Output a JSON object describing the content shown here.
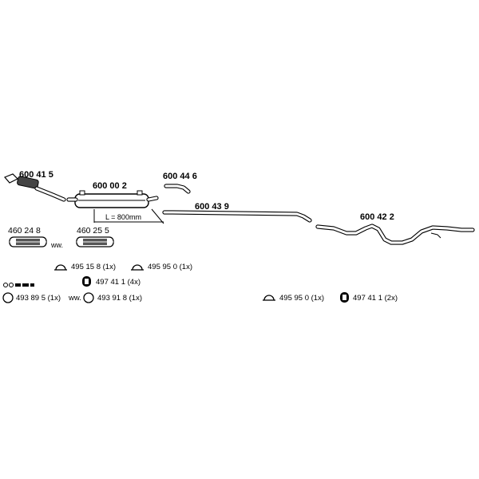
{
  "parts": {
    "front_pipe": "600 41 5",
    "center_silencer": "600 00 2",
    "adapter_pipe": "600 44 6",
    "middle_pipe": "600 43 9",
    "rear_pipe": "600 42 2",
    "flex_pipe_a": "460 24 8",
    "flex_pipe_b": "460 25 5",
    "silencer_length": "L = 800mm",
    "alt_label": "ww."
  },
  "small_parts": {
    "clamp_1": "495 15 8 (1x)",
    "clamp_2": "495 95 0 (1x)",
    "mount_1": "497 41 1 (4x)",
    "ring_1": "493 89 5 (1x)",
    "alt_label_2": "ww.",
    "ring_2": "493 91 8 (1x)",
    "clamp_3": "495 95 0 (1x)",
    "mount_2": "497 41 1 (2x)"
  }
}
